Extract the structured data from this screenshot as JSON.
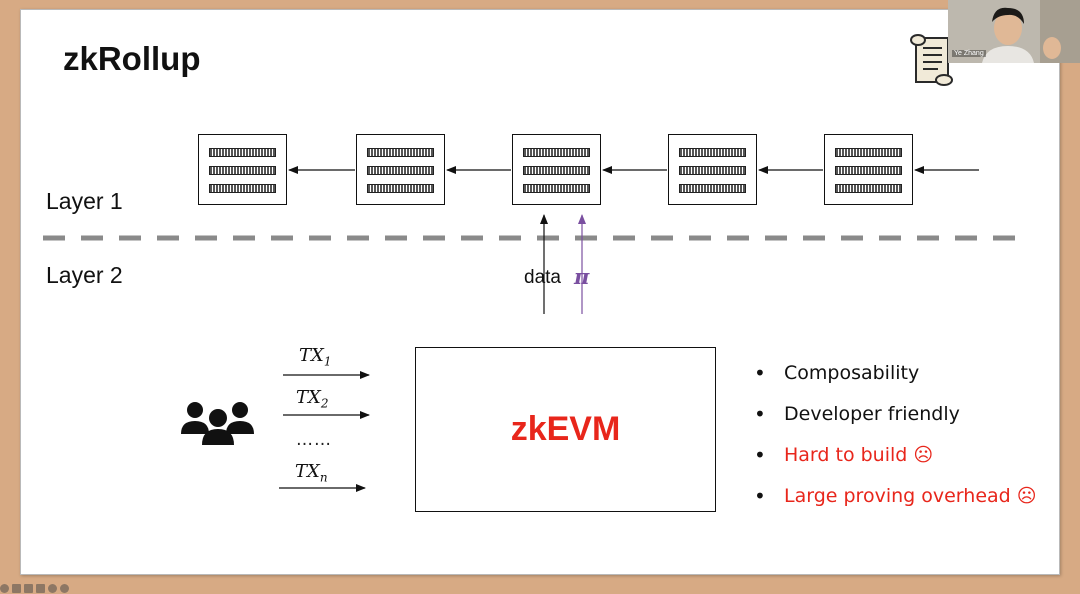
{
  "slide": {
    "title": "zkRollup",
    "layer1_label": "Layer 1",
    "layer2_label": "Layer 2",
    "data_label": "data",
    "proof_symbol": "π",
    "zkevm_label": "zkEVM",
    "transactions": [
      {
        "base": "TX",
        "sub": "1"
      },
      {
        "base": "TX",
        "sub": "2"
      },
      {
        "base": "TX",
        "sub": "n"
      }
    ],
    "ellipsis": "……",
    "bullets": [
      {
        "text": "Composability",
        "negative": false
      },
      {
        "text": "Developer friendly",
        "negative": false
      },
      {
        "text": "Hard to build ☹",
        "negative": true
      },
      {
        "text": "Large proving overhead ☹",
        "negative": true
      }
    ]
  },
  "webcam": {
    "name": "Ye Zhang"
  },
  "icons": {
    "users": "users-group-icon",
    "scroll": "scroll-logo-icon"
  },
  "colors": {
    "accent_red": "#e8261b",
    "proof_purple": "#7a4fa0",
    "divider_gray": "#8a8a8a",
    "frame_bg": "#d7aa84"
  }
}
